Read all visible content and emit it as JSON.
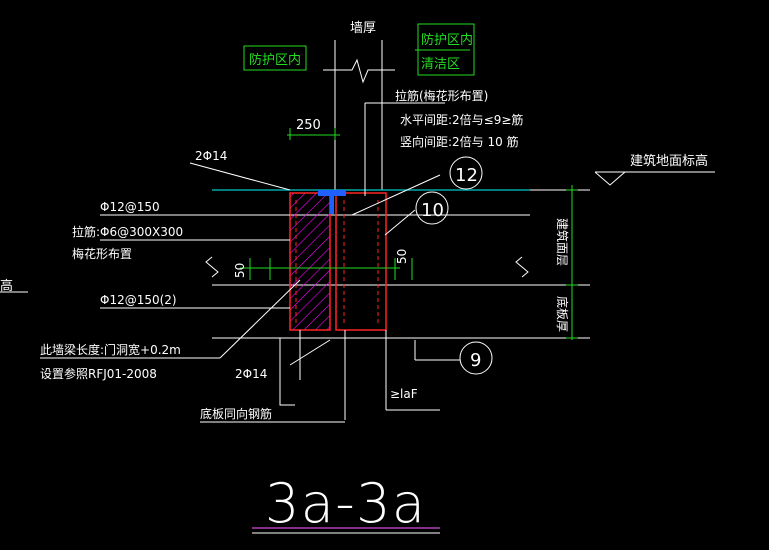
{
  "drawing": {
    "labels": {
      "wall_thickness": "墙厚",
      "protection_zone": "防护区内",
      "protection_clean_1": "防护区内",
      "protection_clean_2": "清洁区",
      "tie_bar_title": "拉筋(梅花形布置)",
      "tie_bar_h": "水平间距:2倍与≤9≥筋",
      "tie_bar_v": "竖向间距:2倍与 10  筋",
      "dim_250": "250",
      "bar_2phi14_top": "2Φ14",
      "bar_phi12_150": "Φ12@150",
      "tie_phi6": "拉筋:Φ6@300X300",
      "tie_plum": "梅花形布置",
      "bar_phi12_150_2": "Φ12@150(2)",
      "beam_length": "此墙梁长度:门洞宽+0.2m",
      "ref_rfj": "设置参照RFJ01-2008",
      "bar_2phi14_bot": "2Φ14",
      "bottom_plate": "底板同向钢筋",
      "laf": "≥laF",
      "building_floor": "建筑地面标高",
      "floor_thickness": "建筑面层",
      "slab_thickness": "底板厚",
      "dim_50_left": "50",
      "dim_50_right": "50",
      "left_edge_text": "高",
      "callout_12": "12",
      "callout_10": "10",
      "callout_9": "9",
      "section_title": "3a-3a"
    },
    "colors": {
      "background": "#000000",
      "text": "#ffffff",
      "green": "#22dd22",
      "red": "#ff2222",
      "cyan": "#00c8c8",
      "magenta": "#ff00ff",
      "blue": "#2060ff",
      "purple": "#b040b0"
    }
  }
}
